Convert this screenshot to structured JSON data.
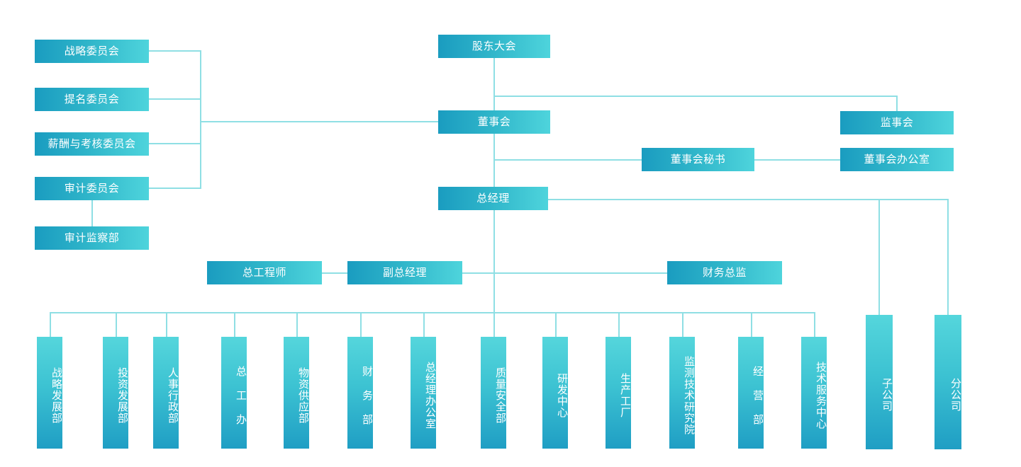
{
  "chart_data": {
    "type": "diagram",
    "title": "",
    "orientation": "top-down organizational hierarchy",
    "palette": {
      "box_gradient_start": "#1a9cc0",
      "box_gradient_end": "#4ed4dc",
      "connector_line": "#8fdfe4",
      "text": "#ffffff",
      "background": "#ffffff"
    }
  },
  "nodes": {
    "shareholders_meeting": "股东大会",
    "board_of_directors": "董事会",
    "board_of_supervisors": "监事会",
    "board_secretary": "董事会秘书",
    "board_office": "董事会办公室",
    "general_manager": "总经理",
    "chief_engineer": "总工程师",
    "deputy_general_manager": "副总经理",
    "chief_financial_officer": "财务总监"
  },
  "committees": [
    {
      "id": "strategy",
      "label": "战略委员会"
    },
    {
      "id": "nomination",
      "label": "提名委员会"
    },
    {
      "id": "compensation",
      "label": "薪酬与考核委员会"
    },
    {
      "id": "audit",
      "label": "审计委员会"
    }
  ],
  "audit_department": {
    "id": "audit-supervision",
    "label": "审计监察部"
  },
  "departments": [
    {
      "id": "strategy-development",
      "label": "战略发展部"
    },
    {
      "id": "investment-development",
      "label": "投资发展部"
    },
    {
      "id": "hr-administration",
      "label": "人事行政部"
    },
    {
      "id": "chief-engineer-office",
      "label": "总 工 办"
    },
    {
      "id": "material-supply",
      "label": "物资供应部"
    },
    {
      "id": "finance",
      "label": "财 务 部"
    },
    {
      "id": "gm-office",
      "label": "总经理办公室"
    },
    {
      "id": "quality-safety",
      "label": "质量安全部"
    },
    {
      "id": "rd-center",
      "label": "研发中心"
    },
    {
      "id": "production-plant",
      "label": "生产工厂"
    },
    {
      "id": "monitoring-tech-institute",
      "label": "监测技术研究院"
    },
    {
      "id": "operations",
      "label": "经 营 部"
    },
    {
      "id": "tech-service-center",
      "label": "技术服务中心"
    }
  ],
  "subsidiaries": [
    {
      "id": "subsidiary",
      "label": "子公司"
    },
    {
      "id": "branch",
      "label": "分公司"
    }
  ]
}
